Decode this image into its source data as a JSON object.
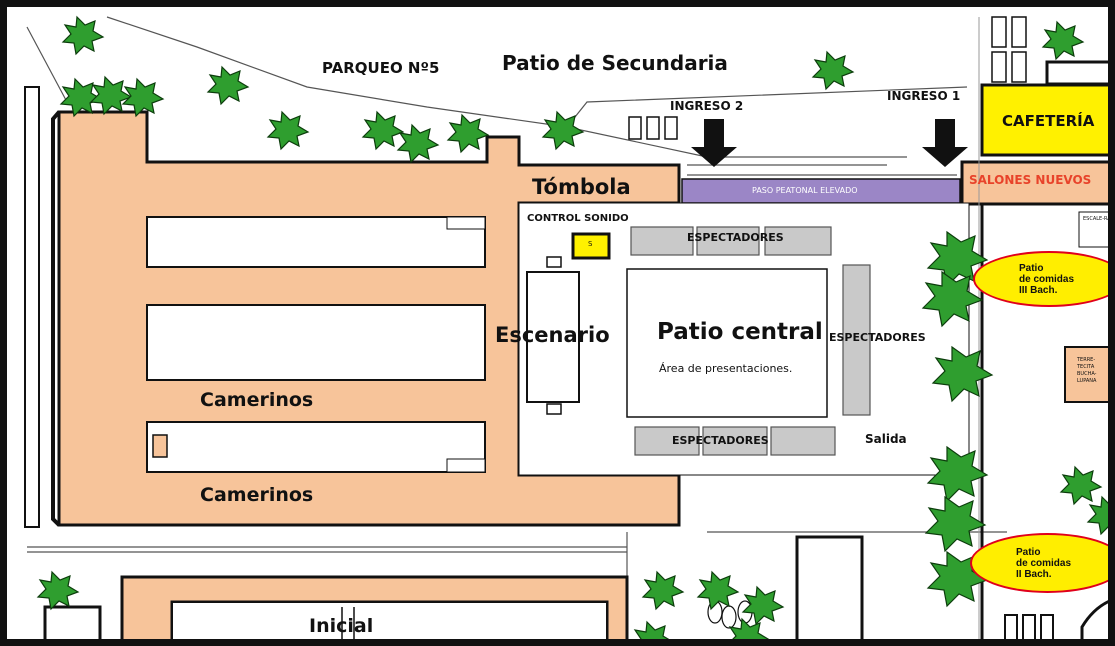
{
  "labels": {
    "parking": "PARQUEO Nº5",
    "secondary_patio": "Patio de Secundaria",
    "entrance_2": "INGRESO 2",
    "entrance_1": "INGRESO 1",
    "cafeteria": "CAFETERÍA",
    "new_classrooms": "SALONES NUEVOS",
    "tombola": "Tómbola",
    "walkway": "PASO PEATONAL ELEVADO",
    "sound_control": "CONTROL SONIDO",
    "stage": "Escenario",
    "central_patio": "Patio central",
    "presentation_area": "Área de presentaciones.",
    "spectators_top": "ESPECTADORES",
    "spectators_right": "ESPECTADORES",
    "spectators_bottom": "ESPECTADORES",
    "exit": "Salida",
    "dressing_rooms_1": "Camerinos",
    "dressing_rooms_2": "Camerinos",
    "initial": "Inicial",
    "stairs_tiny": "ESCALE-RA",
    "terrace_tiny": "TERRE-TECITA BUCHA-LUPANA",
    "sound_box_tiny": "S"
  },
  "food_areas": [
    {
      "line1": "Patio",
      "line2": "de comidas",
      "line3": "III Bach."
    },
    {
      "line1": "Patio",
      "line2": "de comidas",
      "line3": "II Bach."
    }
  ],
  "colors": {
    "building": "#f7c49a",
    "outline": "#111111",
    "cafeteria": "#fff100",
    "walkway": "#9b86c6",
    "tombola": "#f7c49a",
    "new_classrooms_text": "#e8432a",
    "spectator_block": "#c9c9c9",
    "food_area_fill": "#ffee00",
    "food_area_border": "#e0001b",
    "tree": "#2f9e2f",
    "tree_dark": "#1e6f1e"
  }
}
